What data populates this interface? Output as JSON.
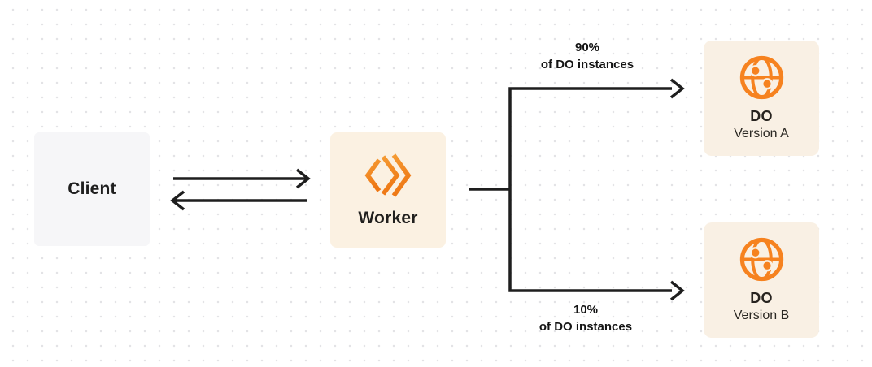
{
  "colors": {
    "background": "#ffffff",
    "dot_grid": "#e3e3e6",
    "arrow_line": "#1e1e1e",
    "accent_orange": "#f6821f",
    "client_box_bg": "#f6f6f8",
    "worker_box_bg": "#fbf1e2",
    "do_box_bg": "#f9f0e4",
    "text_primary": "#1f1f1f"
  },
  "nodes": {
    "client": {
      "label": "Client"
    },
    "worker": {
      "label": "Worker",
      "icon": "workers-logo-icon"
    },
    "do_version_a": {
      "title": "DO",
      "subtitle": "Version A",
      "icon": "globe-icon"
    },
    "do_version_b": {
      "title": "DO",
      "subtitle": "Version B",
      "icon": "globe-icon"
    }
  },
  "edges": {
    "client_worker": {
      "type": "bidirectional-arrows"
    },
    "top_branch": {
      "percent": "90%",
      "caption": "of DO instances"
    },
    "bottom_branch": {
      "percent": "10%",
      "caption": "of DO instances"
    }
  }
}
